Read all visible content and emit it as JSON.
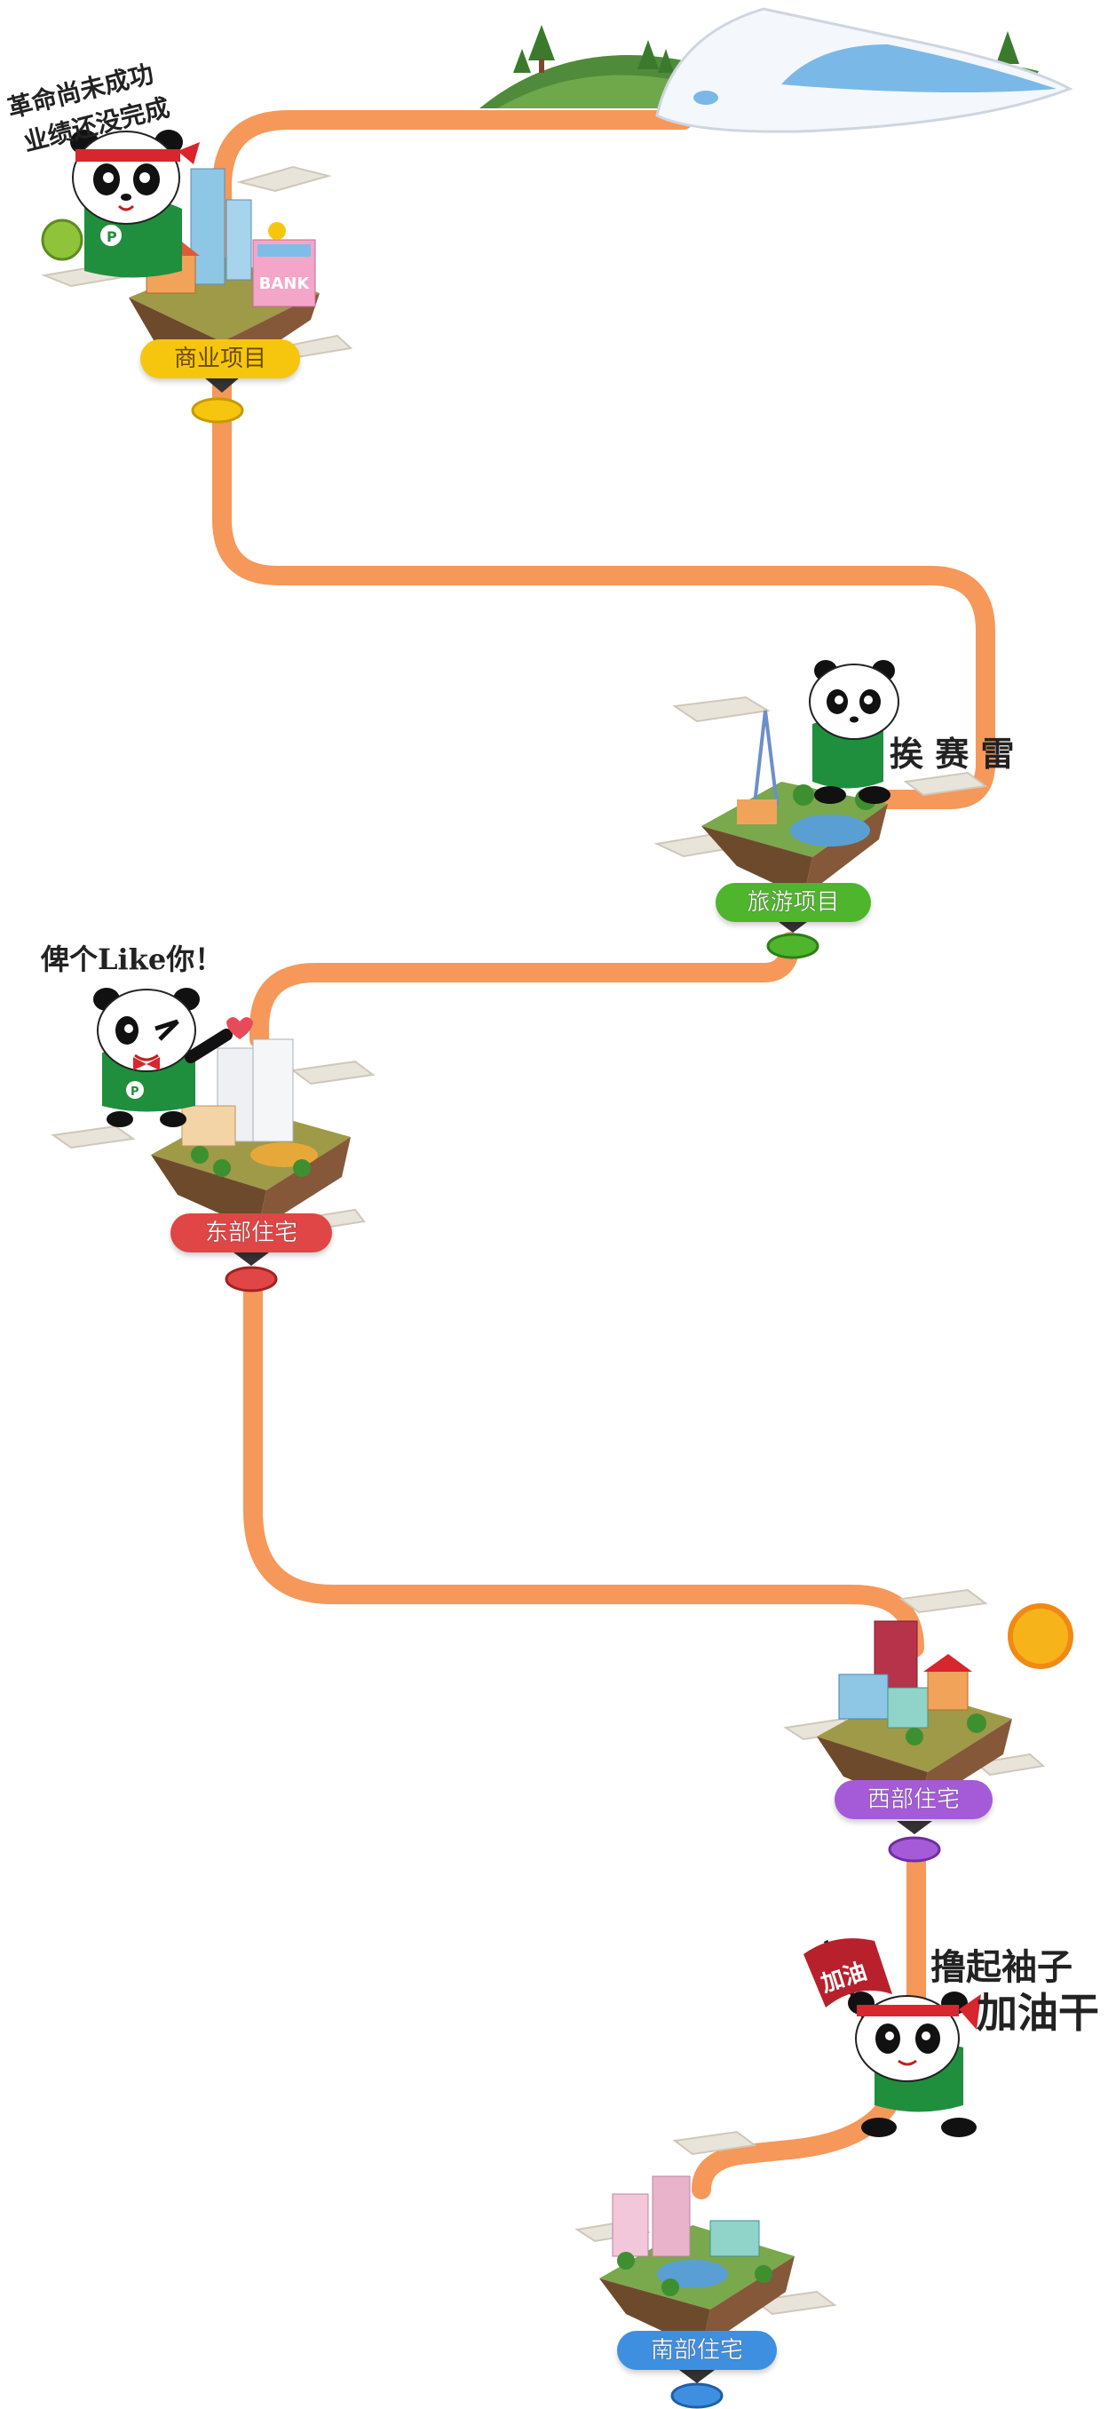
{
  "stops": [
    {
      "id": "commercial",
      "label": "商业项目",
      "color": "#f6c60f"
    },
    {
      "id": "tourism",
      "label": "旅游项目",
      "color": "#4fb52c"
    },
    {
      "id": "east",
      "label": "东部住宅",
      "color": "#e04645"
    },
    {
      "id": "west",
      "label": "西部住宅",
      "color": "#a55bd8"
    },
    {
      "id": "south",
      "label": "南部住宅",
      "color": "#3f8fe0"
    }
  ],
  "speech": {
    "panda1_line1": "革命尚未成功",
    "panda1_line2": "业绩还没完成",
    "panda2": "挨 赛 雷",
    "panda3": "俾个Like你！",
    "panda4_line1": "撸起袖子",
    "panda4_line2": "加油干"
  },
  "flag_text": "加油",
  "bank_sign": "BANK",
  "colors": {
    "path": "#f5985a",
    "panda_shirt": "#1f8f3e",
    "headband": "#d8262e"
  }
}
